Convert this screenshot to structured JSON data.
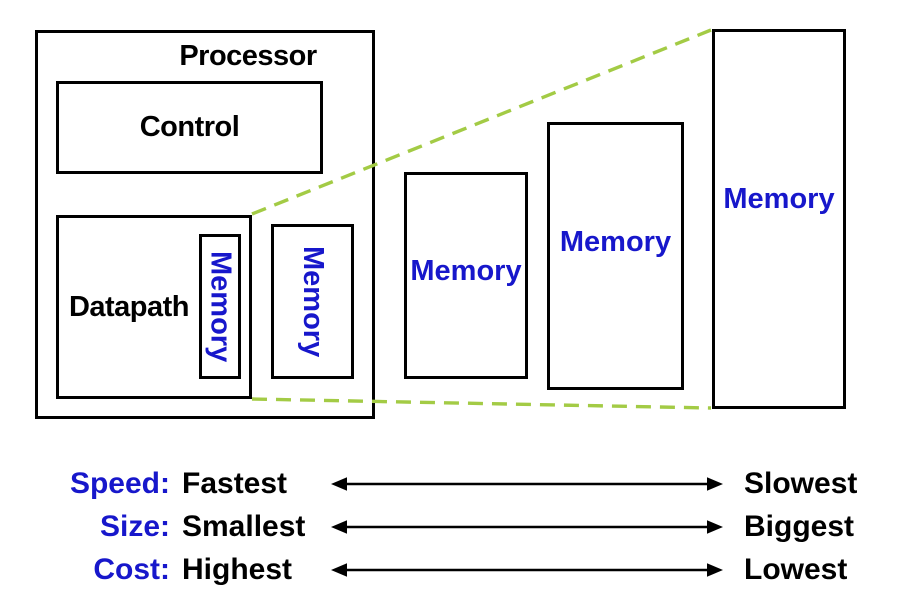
{
  "diagram": {
    "title_note": "memory hierarchy",
    "processor": {
      "label": "Processor"
    },
    "control": {
      "label": "Control"
    },
    "datapath": {
      "label": "Datapath"
    },
    "memory_labels": [
      "Memory",
      "Memory",
      "Memory",
      "Memory",
      "Memory"
    ],
    "colors": {
      "memory_text": "#1717cb",
      "attribute_text": "#1717cb",
      "dashed_line": "#a3cb45",
      "box_border": "#000000",
      "body_text": "#000000",
      "background": "#ffffff"
    }
  },
  "legend": {
    "rows": [
      {
        "attribute": "Speed:",
        "left_value": "Fastest",
        "right_value": "Slowest"
      },
      {
        "attribute": "Size:",
        "left_value": "Smallest",
        "right_value": "Biggest"
      },
      {
        "attribute": "Cost:",
        "left_value": "Highest",
        "right_value": "Lowest"
      }
    ]
  }
}
